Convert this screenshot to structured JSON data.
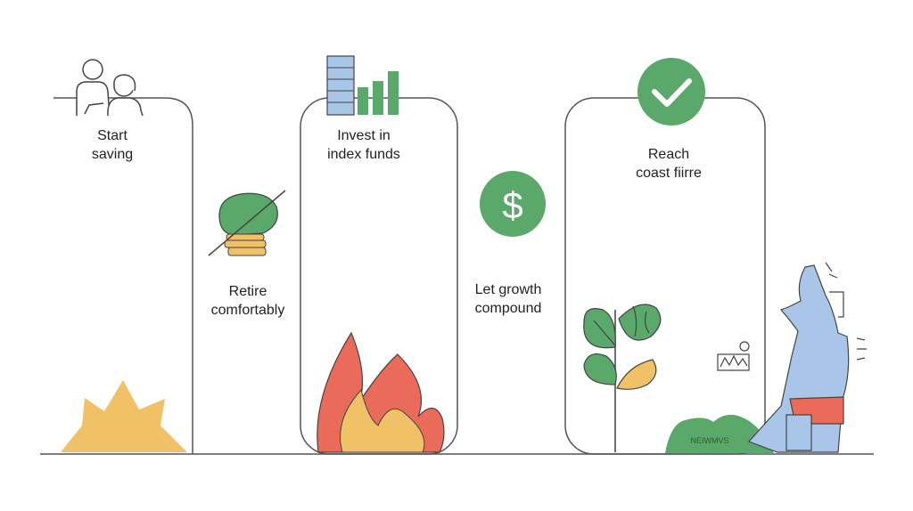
{
  "steps": {
    "start_saving": {
      "line1": "Start",
      "line2": "saving"
    },
    "invest": {
      "line1": "Invest in",
      "line2": "index funds"
    },
    "coast": {
      "line1": "Reach",
      "line2": "coast fiirre"
    },
    "retire": {
      "line1": "Retire",
      "line2": "comfortably"
    },
    "growth": {
      "line1": "Let growth",
      "line2": "compound"
    }
  },
  "dollar_icon": {
    "symbol": "$"
  },
  "mound_text": "NEIWMVS",
  "colors": {
    "green": "#5aa86a",
    "yellow": "#f0c166",
    "red": "#ea6b5a",
    "blue": "#a9c6e8",
    "outline": "#444444"
  }
}
